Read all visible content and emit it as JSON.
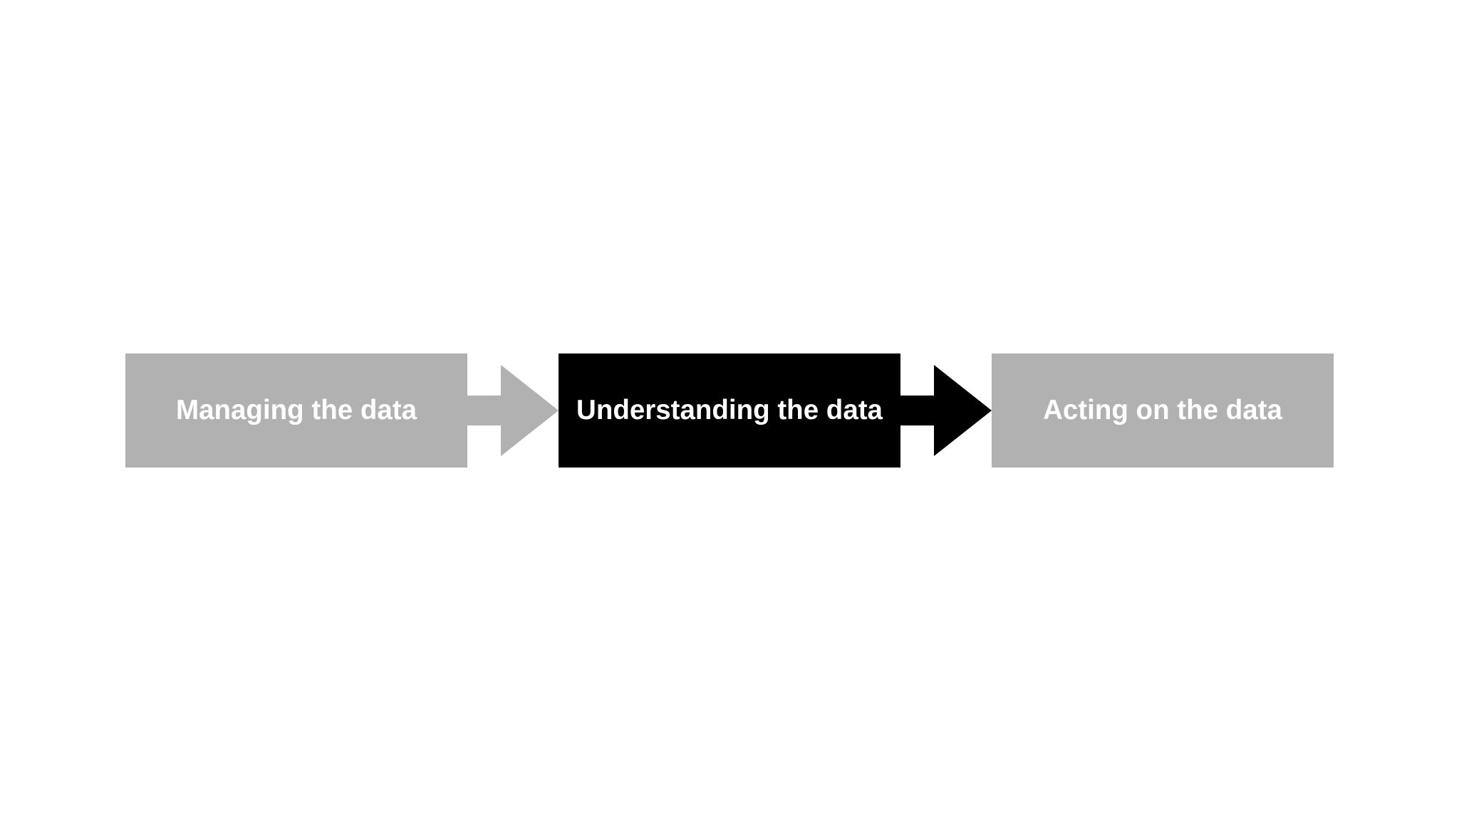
{
  "diagram": {
    "background": "#FFFFFF",
    "steps": [
      {
        "label": "Managing the data",
        "bg": "#B1B1B1",
        "fg": "#FFFFFF",
        "emphasized": false
      },
      {
        "label": "Understanding the data",
        "bg": "#000000",
        "fg": "#FFFFFF",
        "emphasized": true
      },
      {
        "label": "Acting on the data",
        "bg": "#B1B1B1",
        "fg": "#FFFFFF",
        "emphasized": false
      }
    ],
    "arrows": [
      {
        "color": "#B1B1B1"
      },
      {
        "color": "#000000"
      }
    ]
  }
}
